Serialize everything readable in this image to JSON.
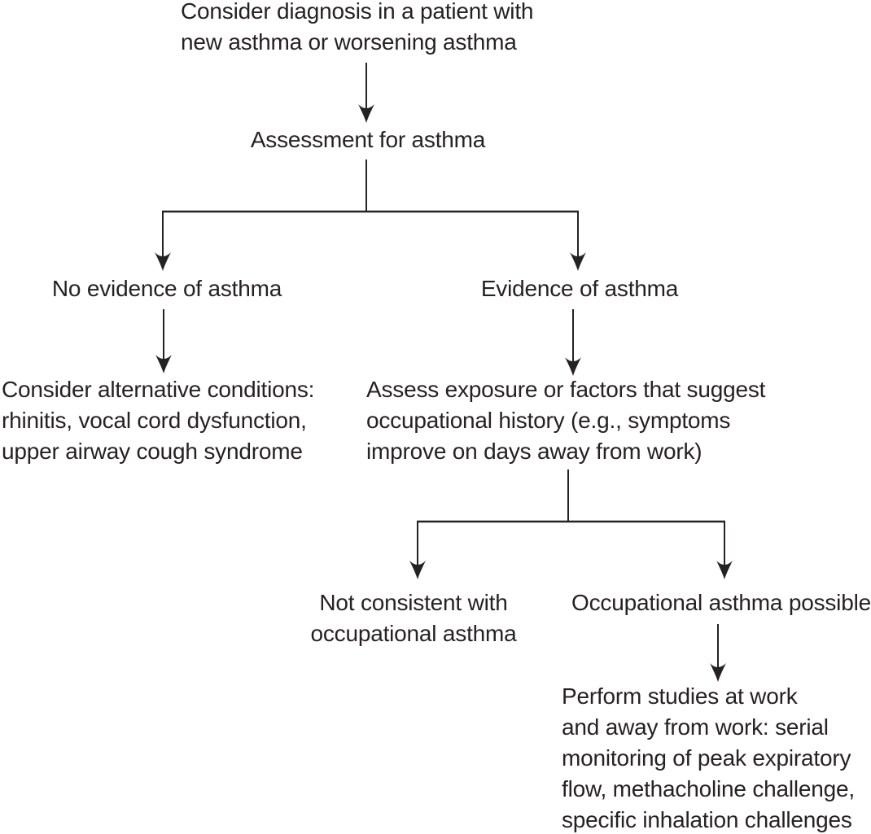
{
  "colors": {
    "ink": "#262223",
    "paper": "#ffffff"
  },
  "nodes": {
    "start": {
      "lines": [
        "Consider diagnosis in a patient with",
        "new asthma or worsening asthma"
      ]
    },
    "assessment": {
      "label": "Assessment for asthma"
    },
    "no_evidence": {
      "label": "No evidence of asthma"
    },
    "evidence": {
      "label": "Evidence of asthma"
    },
    "alternative": {
      "lines": [
        "Consider alternative conditions:",
        "rhinitis, vocal cord dysfunction,",
        "upper airway cough syndrome"
      ]
    },
    "assess_exposure": {
      "lines": [
        "Assess exposure or factors that suggest",
        "occupational history (e.g., symptoms",
        "improve on days away from work)"
      ]
    },
    "not_consistent": {
      "lines": [
        "Not consistent with",
        "occupational asthma"
      ]
    },
    "possible": {
      "label": "Occupational asthma possible"
    },
    "perform_studies": {
      "lines": [
        "Perform studies at work",
        "and away from work: serial",
        "monitoring of peak expiratory",
        "flow, methacholine challenge,",
        "specific inhalation challenges"
      ]
    }
  }
}
